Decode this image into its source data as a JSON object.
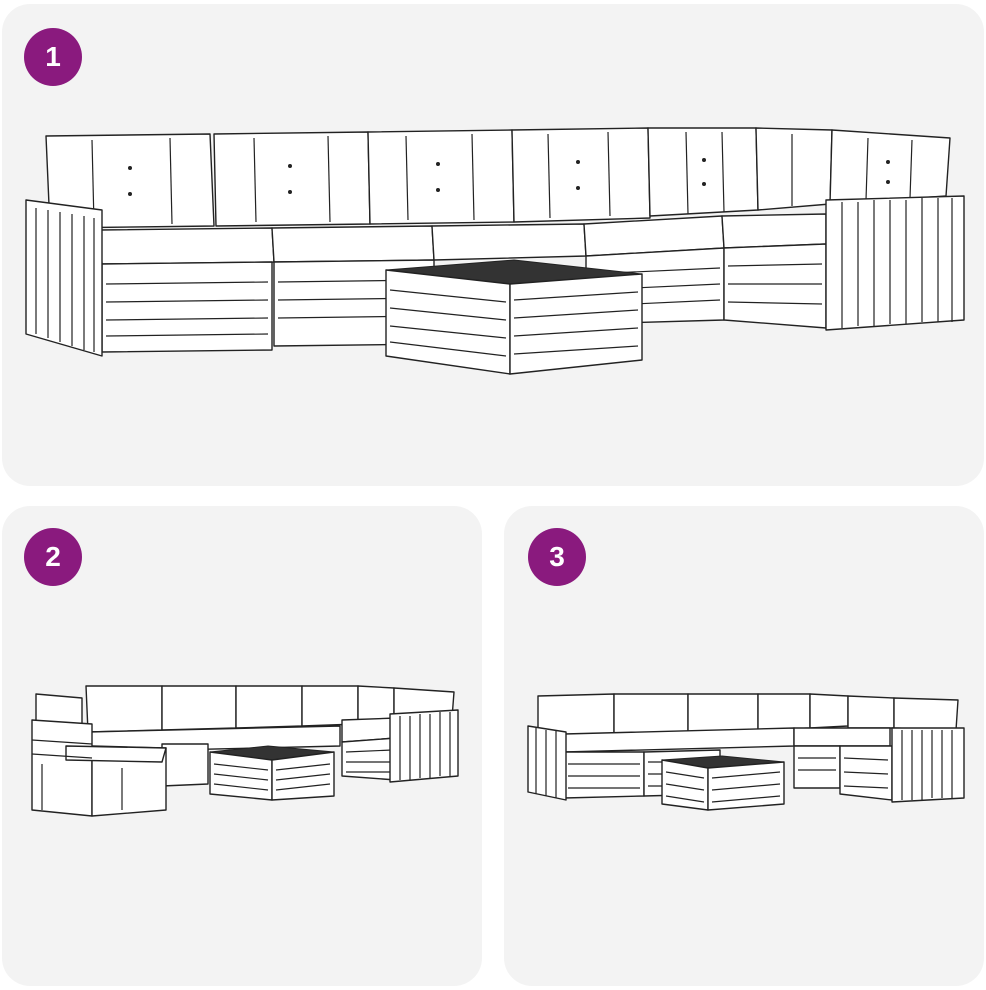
{
  "panels": [
    {
      "number": "1",
      "view": "front-view"
    },
    {
      "number": "2",
      "view": "left-angle-view"
    },
    {
      "number": "3",
      "view": "right-angle-view"
    }
  ],
  "colors": {
    "badge": "#8a1a7e",
    "panel_background": "#f3f3f3",
    "line": "#222222"
  }
}
